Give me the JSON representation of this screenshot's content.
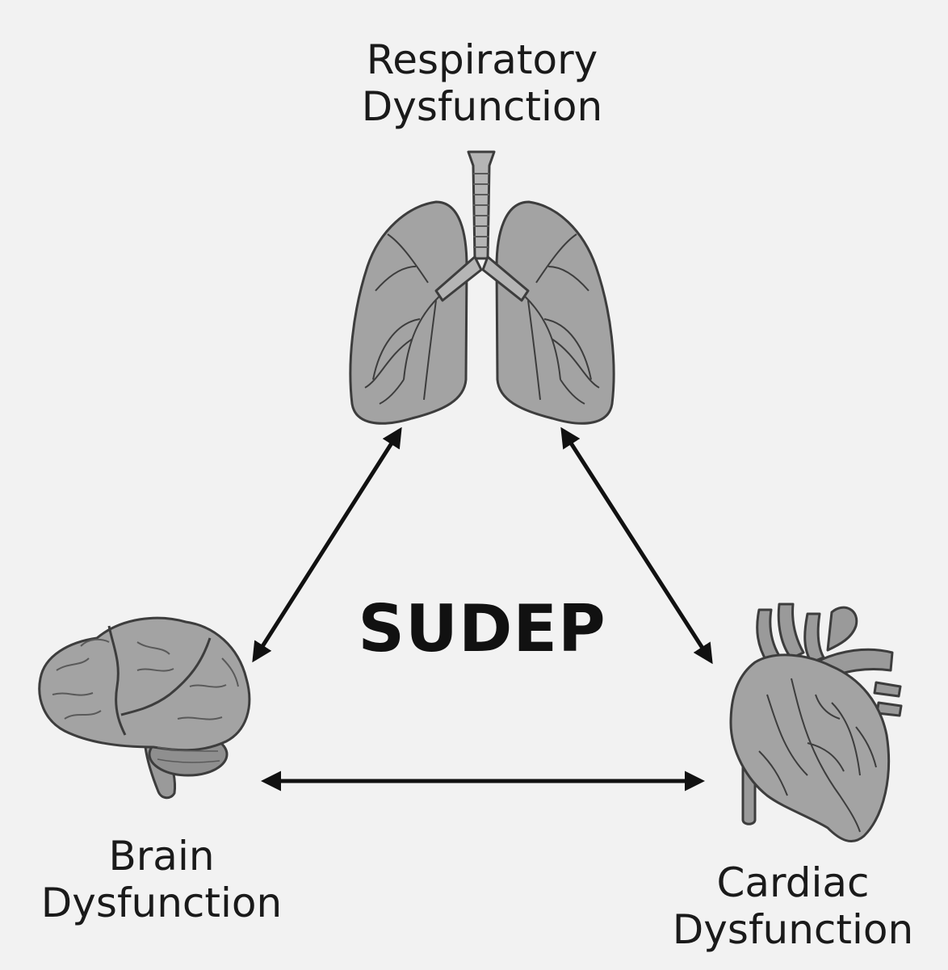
{
  "center": {
    "title": "SUDEP"
  },
  "nodes": {
    "respiratory": {
      "line1": "Respiratory",
      "line2": "Dysfunction",
      "icon": "lungs-icon"
    },
    "brain": {
      "line1": "Brain",
      "line2": "Dysfunction",
      "icon": "brain-icon"
    },
    "cardiac": {
      "line1": "Cardiac",
      "line2": "Dysfunction",
      "icon": "heart-icon"
    }
  },
  "connections": [
    {
      "from": "brain",
      "to": "respiratory",
      "style": "bidirectional"
    },
    {
      "from": "respiratory",
      "to": "cardiac",
      "style": "bidirectional"
    },
    {
      "from": "brain",
      "to": "cardiac",
      "style": "bidirectional"
    }
  ],
  "colors": {
    "organ_fill": "#a3a3a3",
    "organ_stroke": "#3d3d3d",
    "arrow": "#111111",
    "background": "#f2f2f2"
  }
}
